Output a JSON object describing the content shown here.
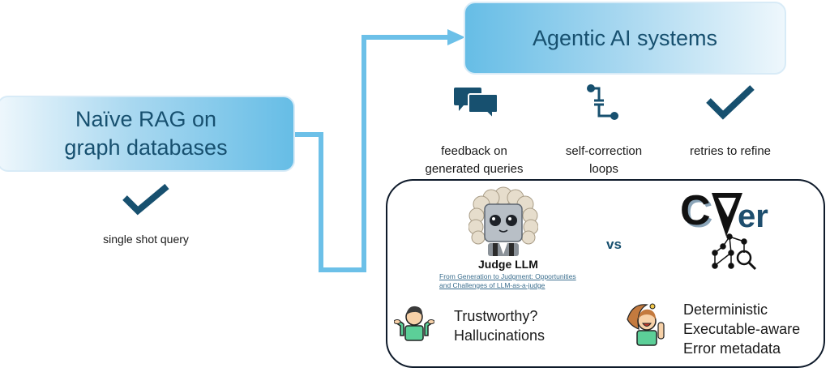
{
  "diagram": {
    "colors": {
      "accent_dark": "#17506f",
      "connector": "#6cc0e8",
      "panel_border": "#0e1a2a",
      "link": "#3b6e8e"
    },
    "naive_box": {
      "line1": "Naïve RAG on",
      "line2": "graph databases"
    },
    "naive_feature": {
      "icon": "checkmark-icon",
      "label": "single shot query"
    },
    "agentic_box": {
      "title": "Agentic AI systems"
    },
    "agentic_features": [
      {
        "icon": "chat-bubbles-icon",
        "line1": "feedback on",
        "line2": "generated queries"
      },
      {
        "icon": "branch-loop-icon",
        "line1": "self-correction",
        "line2": "loops"
      },
      {
        "icon": "checkmark-icon",
        "line1": "retries to refine",
        "line2": ""
      }
    ],
    "comparison": {
      "left": {
        "logo": "judge-robot-icon",
        "title": "Judge LLM",
        "link_line1": "From Generation to Judgment: Opportunities",
        "link_line2": "and Challenges of LLM-as-a-judge",
        "avatar": "shrugging-person-icon",
        "traits": [
          "Trustworthy?",
          "Hallucinations"
        ]
      },
      "vs_label": "vs",
      "right": {
        "logo": "cyver-logo",
        "logo_text": "CyVer",
        "avatar": "cheering-person-icon",
        "traits": [
          "Deterministic",
          "Executable-aware",
          "Error metadata"
        ]
      }
    }
  }
}
